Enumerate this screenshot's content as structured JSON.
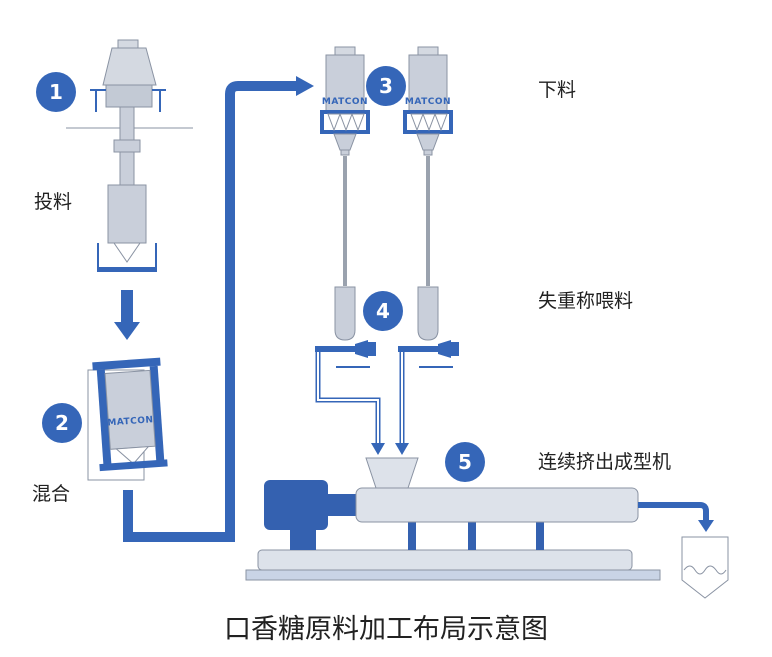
{
  "steps": [
    {
      "number": "1",
      "label": "投料"
    },
    {
      "number": "2",
      "label": "混合"
    },
    {
      "number": "3",
      "label": "下料"
    },
    {
      "number": "4",
      "label": "失重称喂料"
    },
    {
      "number": "5",
      "label": "连续挤出成型机"
    }
  ],
  "brand": "MATCON",
  "title": "口香糖原料加工布局示意图",
  "colors": {
    "blue": "#3566b8",
    "steel": "#c9cfda",
    "steel_light": "#dde2ea",
    "outline": "#8a93a3",
    "motor": "#3461b0"
  }
}
